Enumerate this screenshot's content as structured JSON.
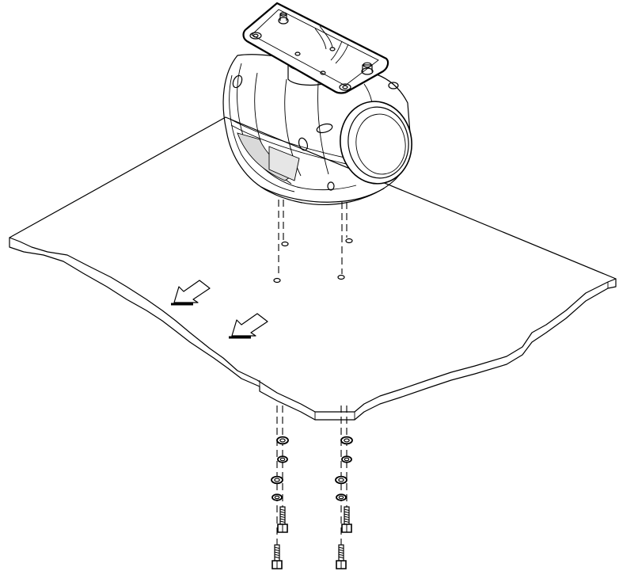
{
  "diagram": {
    "kind": "mounting-installation-drawing",
    "line_color": "#000000",
    "paper_color": "#ffffff",
    "shading_color": "#d9d9d9",
    "bolt_assemblies": 2,
    "parts_per_bolt": [
      "nut",
      "lock-washer",
      "flat-washer",
      "flat-washer",
      "hex-bolt"
    ],
    "direction_arrows": 2
  }
}
